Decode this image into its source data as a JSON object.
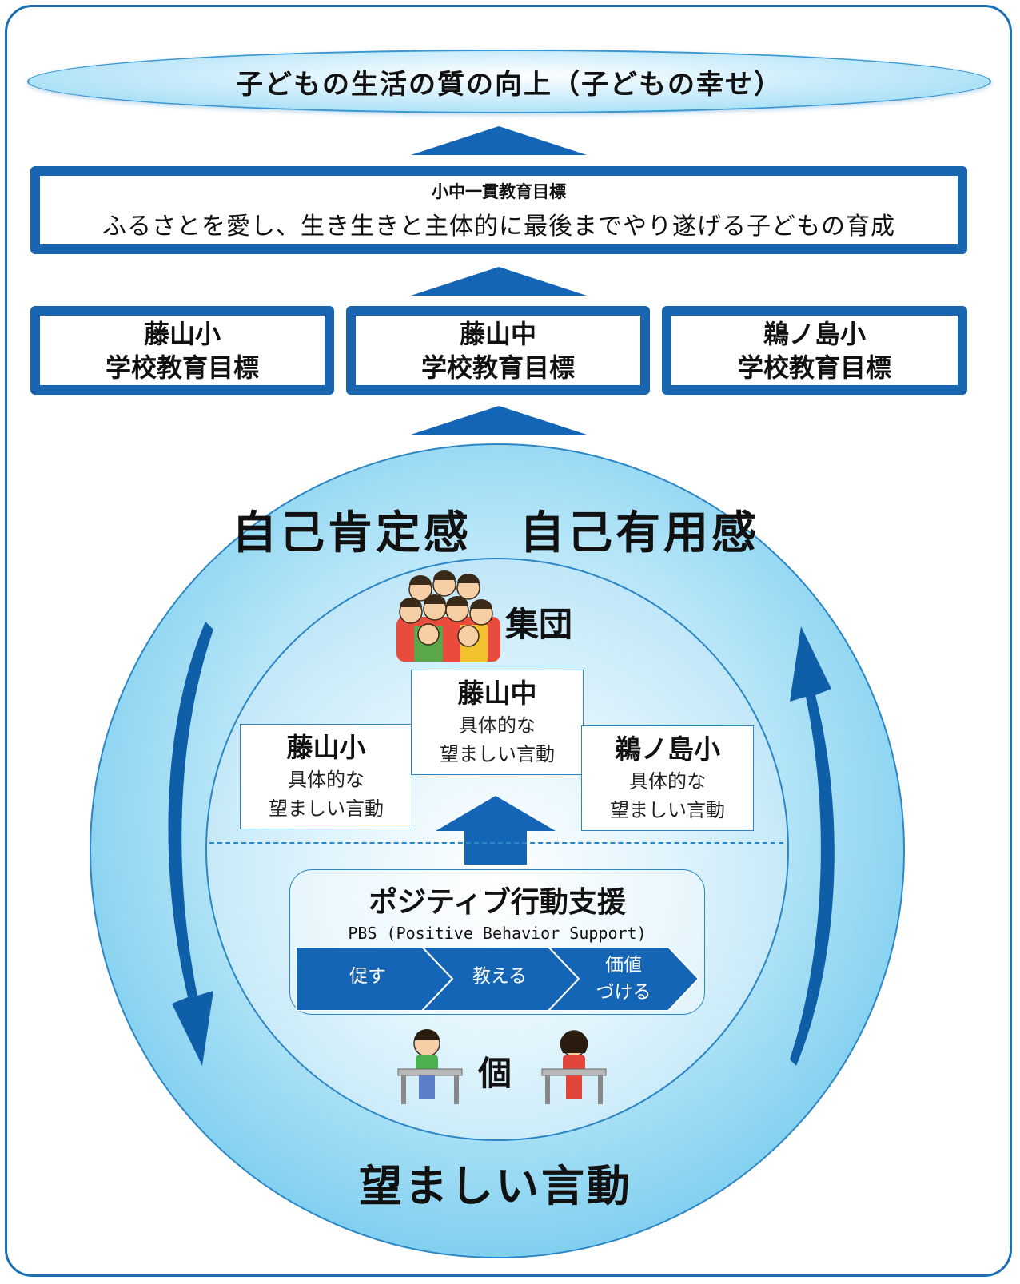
{
  "top_goal": "子どもの生活の質の向上（子どもの幸せ）",
  "joint_goal": {
    "label": "小中一貫教育目標",
    "text": "ふるさとを愛し、生き生きと主体的に最後までやり遂げる子どもの育成"
  },
  "school_goals": [
    {
      "name": "藤山小",
      "goal": "学校教育目標"
    },
    {
      "name": "藤山中",
      "goal": "学校教育目標"
    },
    {
      "name": "鵜ノ島小",
      "goal": "学校教育目標"
    }
  ],
  "outer_label_top": "自己肯定感　自己有用感",
  "outer_label_bottom": "望ましい言動",
  "group_label": "集団",
  "individual_label": "個",
  "behaviors": [
    {
      "name": "藤山小",
      "line1": "具体的な",
      "line2": "望ましい言動"
    },
    {
      "name": "藤山中",
      "line1": "具体的な",
      "line2": "望ましい言動"
    },
    {
      "name": "鵜ノ島小",
      "line1": "具体的な",
      "line2": "望ましい言動"
    }
  ],
  "pbs": {
    "title": "ポジティブ行動支援",
    "subtitle": "PBS (Positive Behavior Support)",
    "steps": [
      "促す",
      "教える",
      "価値",
      "づける"
    ]
  },
  "colors": {
    "primary": "#1565b7",
    "light": "#8ed6f3"
  }
}
